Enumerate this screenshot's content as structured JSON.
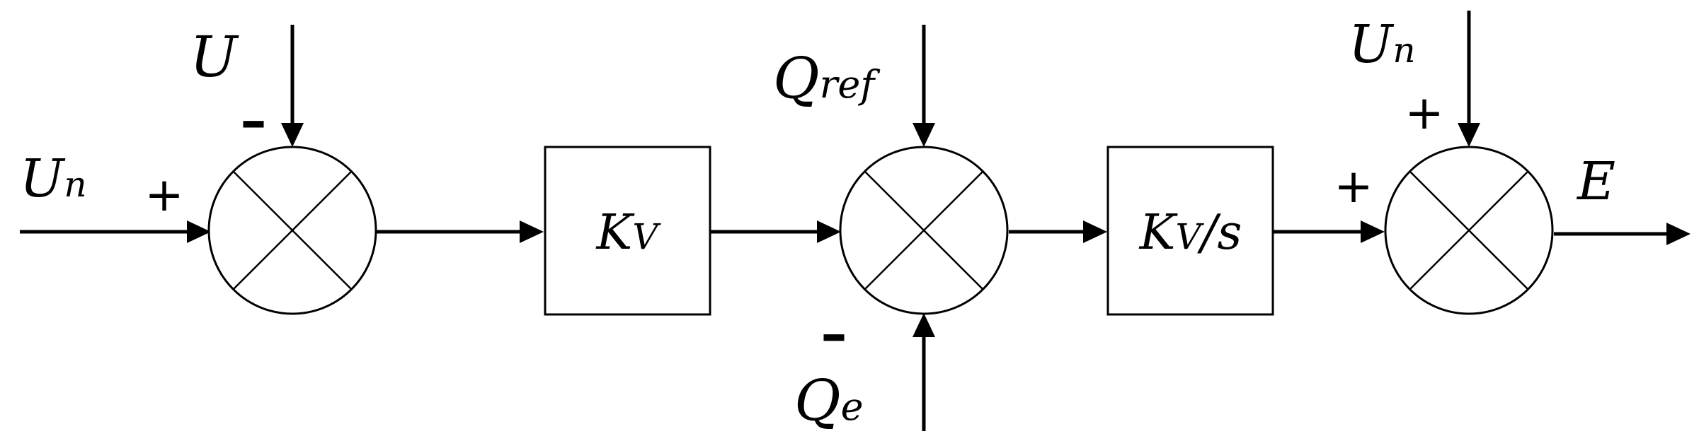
{
  "sum1": {
    "input_left": {
      "main": "U",
      "sub": "n",
      "sign": "+"
    },
    "input_top": {
      "main": "U",
      "sign": "–"
    }
  },
  "gain_block": {
    "main": "K",
    "sub": "V"
  },
  "sum2": {
    "input_top": {
      "main": "Q",
      "sub": "ref"
    },
    "input_bottom": {
      "main": "Q",
      "sub": "e",
      "sign": "–"
    }
  },
  "integrator_block": {
    "main": "K",
    "sub": "V",
    "suffix": "/s"
  },
  "sum3": {
    "input_left_sign": "+",
    "input_top": {
      "main": "U",
      "sub": "n",
      "sign": "+"
    }
  },
  "output": {
    "main": "E"
  }
}
